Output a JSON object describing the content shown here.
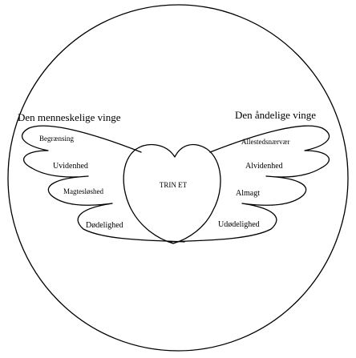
{
  "diagram": {
    "center_label": "TRIN ET",
    "left_wing": {
      "title": "Den menneskelige vinge",
      "feathers": [
        "Begrænsing",
        "Uvidenhed",
        "Magtesløshed",
        "Dødelighed"
      ]
    },
    "right_wing": {
      "title": "Den åndelige vinge",
      "feathers": [
        "Allestedsnærvær",
        "Alvidenhed",
        "Almagt",
        "Udødelighed"
      ]
    }
  }
}
